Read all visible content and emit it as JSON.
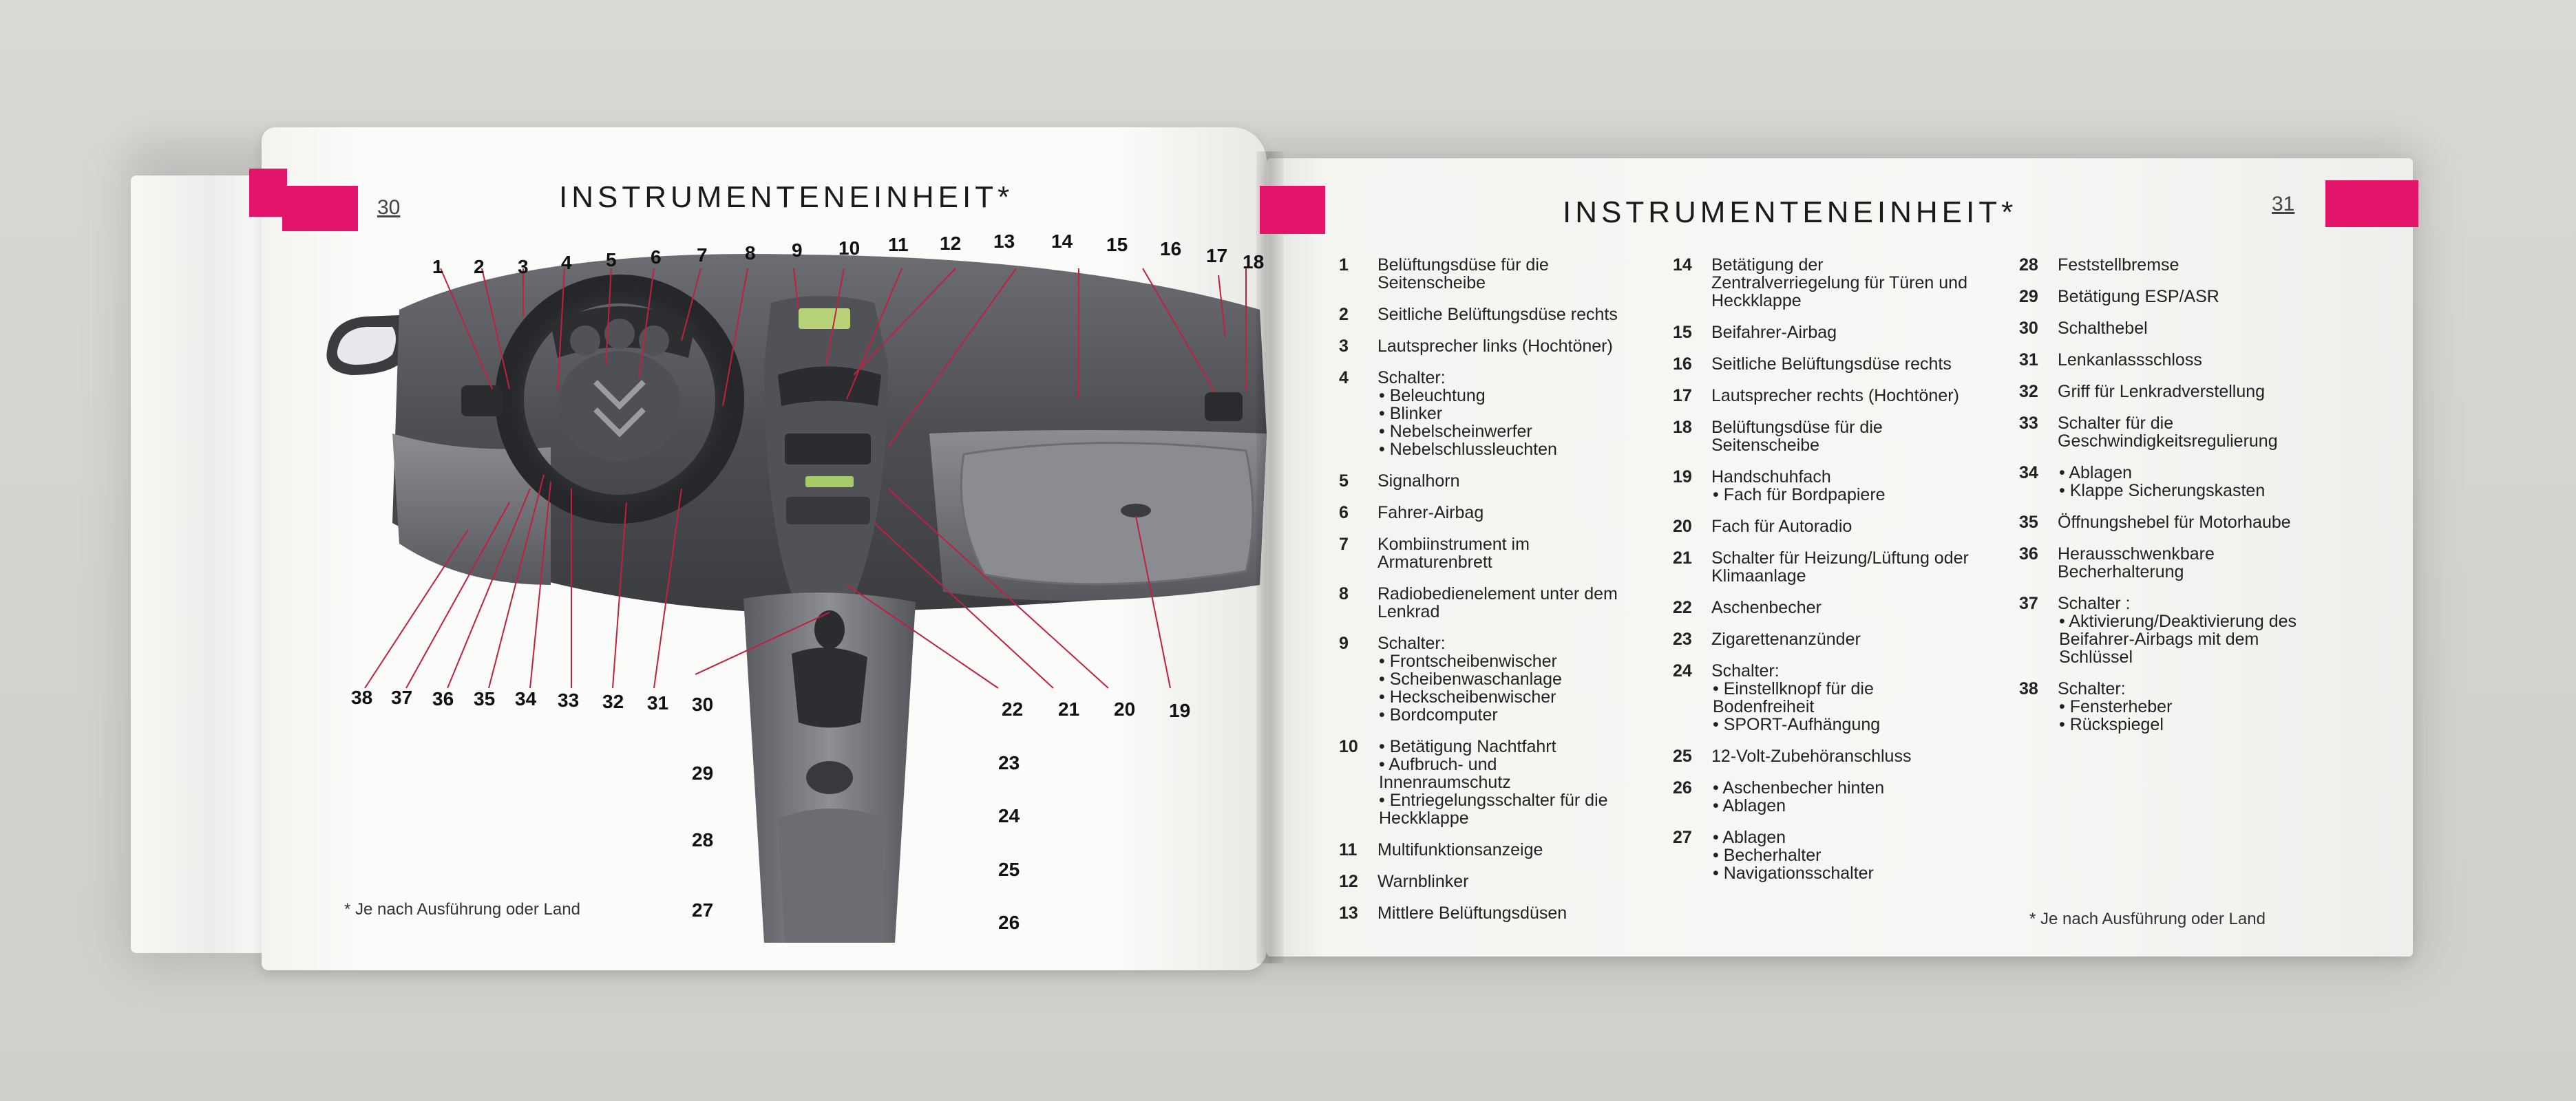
{
  "left_page": {
    "page_number": "30",
    "title": "INSTRUMENTENEINHEIT*",
    "footnote": "* Je nach Ausführung oder Land",
    "callouts_top": [
      "1",
      "2",
      "3",
      "4",
      "5",
      "6",
      "7",
      "8",
      "9",
      "10",
      "11",
      "12",
      "13",
      "14",
      "15",
      "16",
      "17",
      "18"
    ],
    "callouts_bottom": [
      "38",
      "37",
      "36",
      "35",
      "34",
      "33",
      "32",
      "31",
      "30",
      "22",
      "21",
      "20",
      "19"
    ],
    "callouts_console": [
      "29",
      "28",
      "27",
      "23",
      "24",
      "25",
      "26"
    ]
  },
  "right_page": {
    "page_number": "31",
    "title": "INSTRUMENTENEINHEIT*",
    "footnote": "* Je nach Ausführung oder Land",
    "columns": [
      [
        {
          "num": "1",
          "text": "Belüftungsdüse für die Seitenscheibe",
          "subs": []
        },
        {
          "num": "2",
          "text": "Seitliche Belüftungsdüse rechts",
          "subs": []
        },
        {
          "num": "3",
          "text": "Lautsprecher links (Hochtöner)",
          "subs": []
        },
        {
          "num": "4",
          "text": "Schalter:",
          "subs": [
            "Beleuchtung",
            "Blinker",
            "Nebelscheinwerfer",
            "Nebelschlussleuchten"
          ]
        },
        {
          "num": "5",
          "text": "Signalhorn",
          "subs": []
        },
        {
          "num": "6",
          "text": "Fahrer-Airbag",
          "subs": []
        },
        {
          "num": "7",
          "text": "Kombiinstrument im Armaturenbrett",
          "subs": []
        },
        {
          "num": "8",
          "text": "Radiobedienelement unter dem Lenkrad",
          "subs": []
        },
        {
          "num": "9",
          "text": "Schalter:",
          "subs": [
            "Frontscheibenwischer",
            "Scheibenwaschanlage",
            "Heckscheibenwischer",
            "Bordcomputer"
          ]
        },
        {
          "num": "10",
          "text": "",
          "subs": [
            "Betätigung Nachtfahrt",
            "Aufbruch- und Innenraumschutz",
            "Entriegelungsschalter für die Heckklappe"
          ]
        },
        {
          "num": "11",
          "text": "Multifunktionsanzeige",
          "subs": []
        },
        {
          "num": "12",
          "text": "Warnblinker",
          "subs": []
        },
        {
          "num": "13",
          "text": "Mittlere Belüftungsdüsen",
          "subs": []
        }
      ],
      [
        {
          "num": "14",
          "text": "Betätigung der Zentralverriegelung für Türen und Heckklappe",
          "subs": []
        },
        {
          "num": "15",
          "text": "Beifahrer-Airbag",
          "subs": []
        },
        {
          "num": "16",
          "text": "Seitliche Belüftungsdüse rechts",
          "subs": []
        },
        {
          "num": "17",
          "text": "Lautsprecher rechts (Hochtöner)",
          "subs": []
        },
        {
          "num": "18",
          "text": "Belüftungsdüse für die Seitenscheibe",
          "subs": []
        },
        {
          "num": "19",
          "text": "Handschuhfach",
          "subs": [
            "Fach für Bordpapiere"
          ]
        },
        {
          "num": "20",
          "text": "Fach für Autoradio",
          "subs": []
        },
        {
          "num": "21",
          "text": "Schalter für Heizung/Lüftung oder Klimaanlage",
          "subs": []
        },
        {
          "num": "22",
          "text": "Aschenbecher",
          "subs": []
        },
        {
          "num": "23",
          "text": "Zigarettenanzünder",
          "subs": []
        },
        {
          "num": "24",
          "text": "Schalter:",
          "subs": [
            "Einstellknopf für die Bodenfreiheit",
            "SPORT-Aufhängung"
          ]
        },
        {
          "num": "25",
          "text": "12-Volt-Zubehöranschluss",
          "subs": []
        },
        {
          "num": "26",
          "text": "",
          "subs": [
            "Aschenbecher hinten",
            "Ablagen"
          ]
        },
        {
          "num": "27",
          "text": "",
          "subs": [
            "Ablagen",
            "Becherhalter",
            "Navigationsschalter"
          ]
        }
      ],
      [
        {
          "num": "28",
          "text": "Feststellbremse",
          "subs": []
        },
        {
          "num": "29",
          "text": "Betätigung ESP/ASR",
          "subs": []
        },
        {
          "num": "30",
          "text": "Schalthebel",
          "subs": []
        },
        {
          "num": "31",
          "text": "Lenkanlassschloss",
          "subs": []
        },
        {
          "num": "32",
          "text": "Griff für Lenkradverstellung",
          "subs": []
        },
        {
          "num": "33",
          "text": "Schalter für die Geschwindigkeitsregulierung",
          "subs": []
        },
        {
          "num": "34",
          "text": "",
          "subs": [
            "Ablagen",
            "Klappe Sicherungskasten"
          ]
        },
        {
          "num": "35",
          "text": "Öffnungshebel für Motorhaube",
          "subs": []
        },
        {
          "num": "36",
          "text": "Herausschwenkbare Becherhalterung",
          "subs": []
        },
        {
          "num": "37",
          "text": "Schalter :",
          "subs": [
            "Aktivierung/Deaktivierung des Beifahrer-Airbags mit dem Schlüssel"
          ]
        },
        {
          "num": "38",
          "text": "Schalter:",
          "subs": [
            "Fensterheber",
            "Rückspiegel"
          ]
        }
      ]
    ]
  },
  "colors": {
    "tab_accent": "#e2156b",
    "callout_line": "#c0213d"
  }
}
